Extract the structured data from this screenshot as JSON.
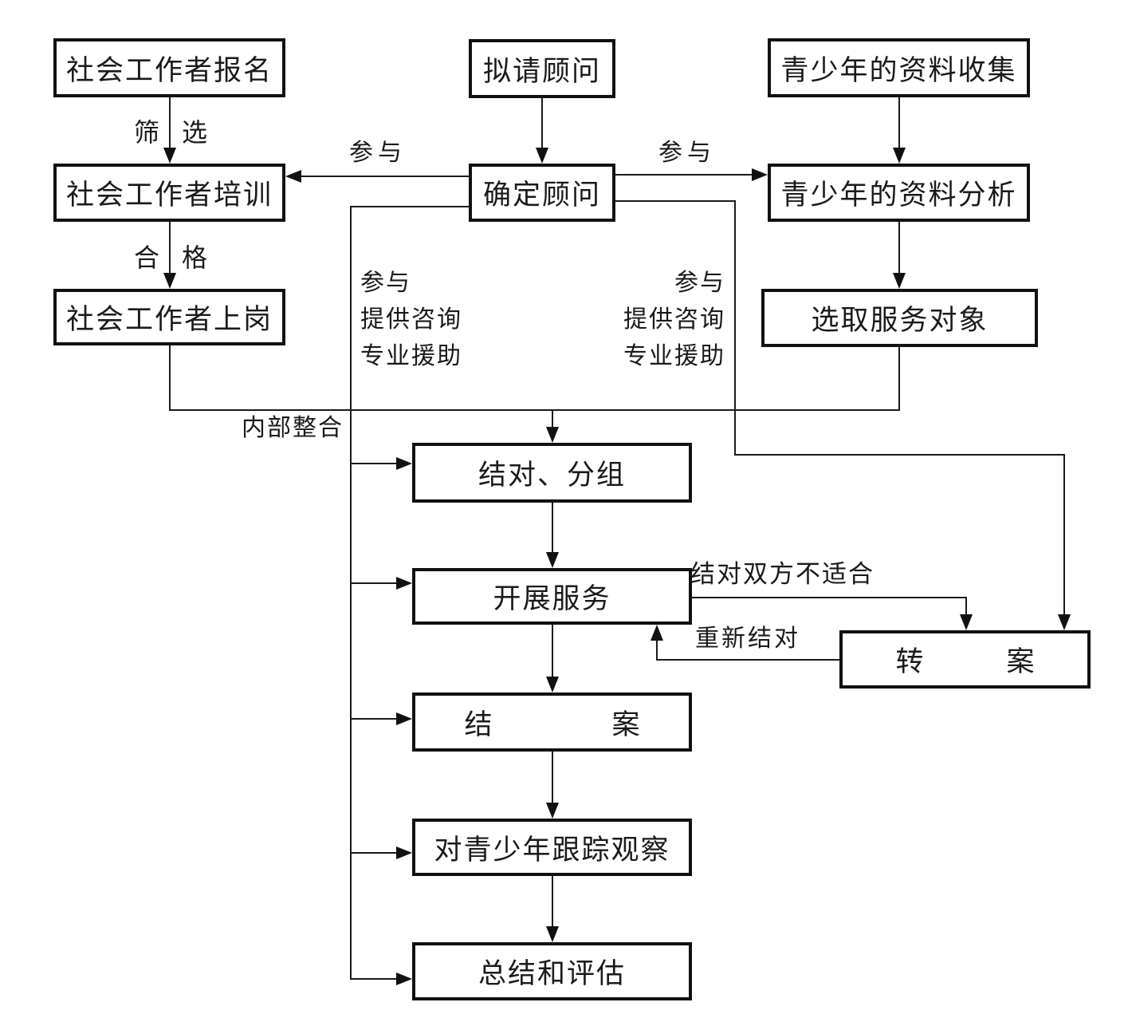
{
  "nodes": {
    "worker_signup": "社会工作者报名",
    "worker_training": "社会工作者培训",
    "worker_onduty": "社会工作者上岗",
    "invite_advisor": "拟请顾问",
    "confirm_advisor": "确定顾问",
    "youth_data_collect": "青少年的资料收集",
    "youth_data_analyze": "青少年的资料分析",
    "select_targets": "选取服务对象",
    "pair_group": "结对、分组",
    "provide_service": "开展服务",
    "close_case": "结案",
    "follow_up": "对青少年跟踪观察",
    "summary_eval": "总结和评估",
    "transfer_case": "转案"
  },
  "edge_labels": {
    "screening": "筛选",
    "qualified": "合格",
    "participate_left": "参与",
    "participate_right": "参与",
    "internal_integration": "内部整合",
    "pair_unsuitable": "结对双方不适合",
    "repair": "重新结对",
    "advisor_support_left": [
      "参与",
      "提供咨询",
      "专业援助"
    ],
    "advisor_support_right": [
      "参与",
      "提供咨询",
      "专业援助"
    ]
  },
  "colors": {
    "line": "#1a1a1a",
    "box_border": "#111111",
    "background": "#ffffff"
  }
}
